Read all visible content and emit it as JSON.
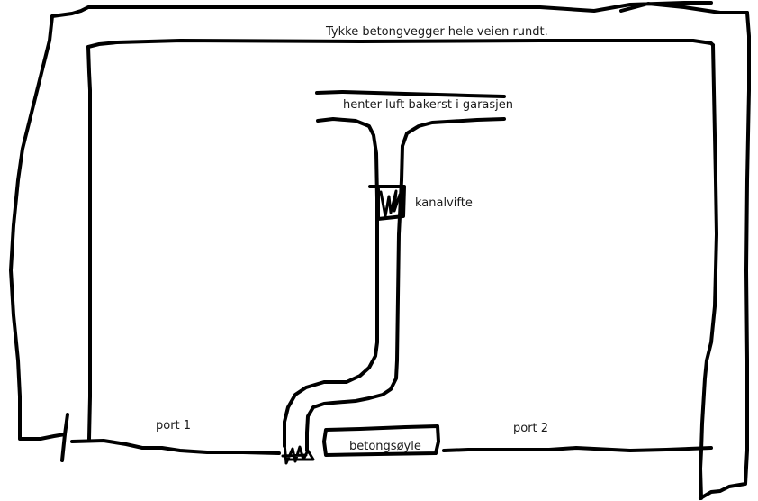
{
  "labels": {
    "walls_note": "Tykke betongvegger hele veien rundt.",
    "air_intake": "henter luft bakerst i garasjen",
    "duct_fan": "kanalvifte",
    "door_1": "port 1",
    "door_2": "port 2",
    "pillar": "betongsøyle"
  },
  "colors": {
    "ink": "#000000",
    "background": "#ffffff",
    "text": "#1a1a1a"
  }
}
